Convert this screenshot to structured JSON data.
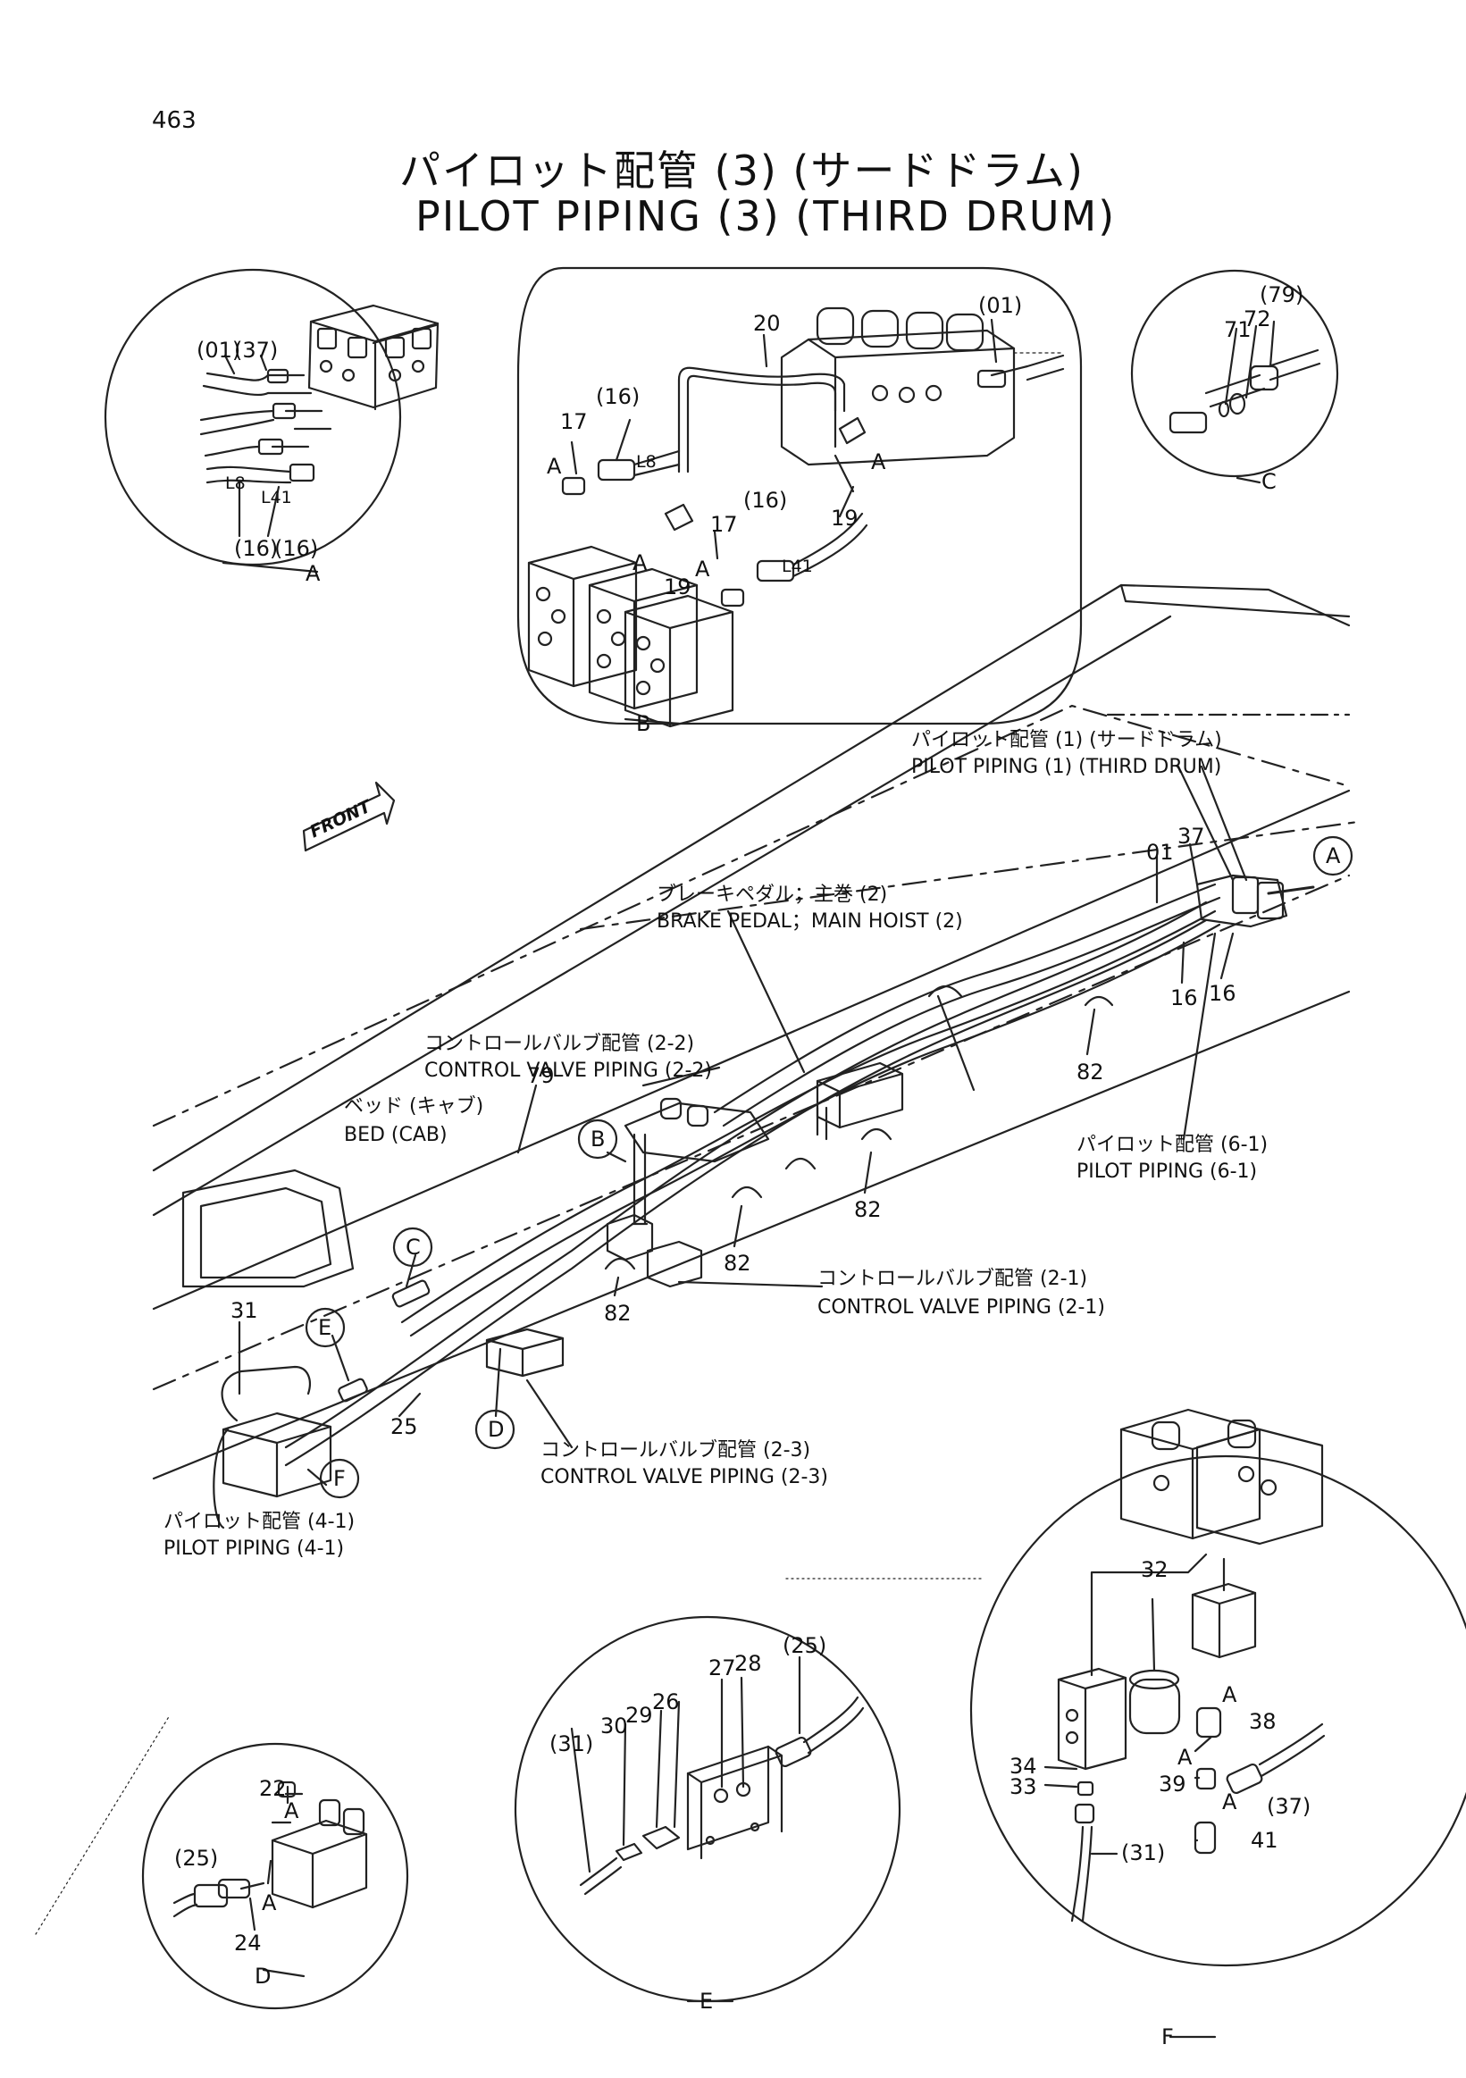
{
  "page_number": "463",
  "title": {
    "japanese": "パイロット配管 (3) (サードドラム)",
    "english": "PILOT PIPING (3) (THIRD DRUM)"
  },
  "details": {
    "A": {
      "letter": "A",
      "labels": [
        "(01)",
        "(37)",
        "L8",
        "L41",
        "(16)",
        "(16)"
      ]
    },
    "B": {
      "letter": "B",
      "labels": [
        "20",
        "(01)",
        "17",
        "(16)",
        "A",
        "L8",
        "19",
        "A",
        "(16)",
        "17",
        "A",
        "A",
        "19",
        "L41"
      ]
    },
    "C": {
      "letter": "C",
      "labels": [
        "(79)",
        "72",
        "71"
      ]
    },
    "D": {
      "letter": "D",
      "labels": [
        "22",
        "A",
        "(25)",
        "A",
        "24"
      ]
    },
    "E": {
      "letter": "E",
      "labels": [
        "(25)",
        "27",
        "28",
        "29",
        "26",
        "30",
        "(31)"
      ]
    },
    "F": {
      "letter": "F",
      "labels": [
        "32",
        "A",
        "38",
        "34",
        "33",
        "A",
        "39",
        "(37)",
        "A",
        "41",
        "(31)"
      ]
    }
  },
  "main_labels": {
    "front": "FRONT",
    "part_01": "01",
    "part_37": "37",
    "part_16a": "16",
    "part_16b": "16",
    "part_82a": "82",
    "part_82b": "82",
    "part_82c": "82",
    "part_82d": "82",
    "part_79": "79",
    "part_31": "31",
    "part_25": "25"
  },
  "callouts": [
    "A",
    "B",
    "C",
    "D",
    "E",
    "F"
  ],
  "references": {
    "pilot_1_jp": "パイロット配管 (1) (サードドラム)",
    "pilot_1_en": "PILOT PIPING (1) (THIRD DRUM)",
    "brake_jp": "ブレーキペダル；主巻 (2)",
    "brake_en": "BRAKE PEDAL；MAIN HOIST (2)",
    "cv_22_jp": "コントロールバルブ配管 (2-2)",
    "cv_22_en": "CONTROL VALVE PIPING (2-2)",
    "bed_jp": "ベッド (キャブ)",
    "bed_en": "BED (CAB)",
    "pilot_61_jp": "パイロット配管 (6-1)",
    "pilot_61_en": "PILOT PIPING (6-1)",
    "cv_21_jp": "コントロールバルブ配管 (2-1)",
    "cv_21_en": "CONTROL VALVE PIPING (2-1)",
    "cv_23_jp": "コントロールバルブ配管 (2-3)",
    "cv_23_en": "CONTROL VALVE PIPING (2-3)",
    "pilot_41_jp": "パイロット配管 (4-1)",
    "pilot_41_en": "PILOT PIPING (4-1)"
  }
}
